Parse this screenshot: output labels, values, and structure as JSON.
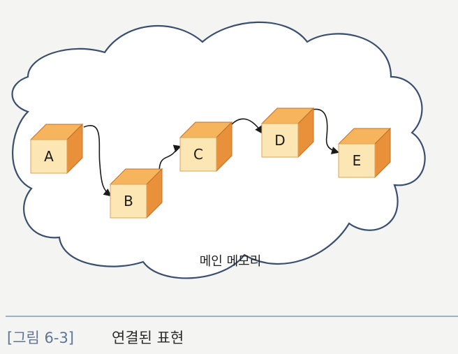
{
  "diagram": {
    "nodes": [
      {
        "id": "A",
        "label": "A"
      },
      {
        "id": "B",
        "label": "B"
      },
      {
        "id": "C",
        "label": "C"
      },
      {
        "id": "D",
        "label": "D"
      },
      {
        "id": "E",
        "label": "E"
      }
    ],
    "links": [
      {
        "from": "A",
        "to": "B"
      },
      {
        "from": "B",
        "to": "C"
      },
      {
        "from": "C",
        "to": "D"
      },
      {
        "from": "D",
        "to": "E"
      }
    ],
    "region_label": "메인 메모리"
  },
  "caption": {
    "figure_label": "[그림 6-3]",
    "title": "연결된 표현"
  },
  "colors": {
    "cloud_stroke": "#3a4f6e",
    "cloud_fill": "#ffffff",
    "box_front": "#fbe6b4",
    "box_side": "#e8913a",
    "box_top": "#f6b45c",
    "arrow": "#1a1a1a",
    "caption_label": "#5d7597",
    "rule": "#9fb0c6"
  }
}
